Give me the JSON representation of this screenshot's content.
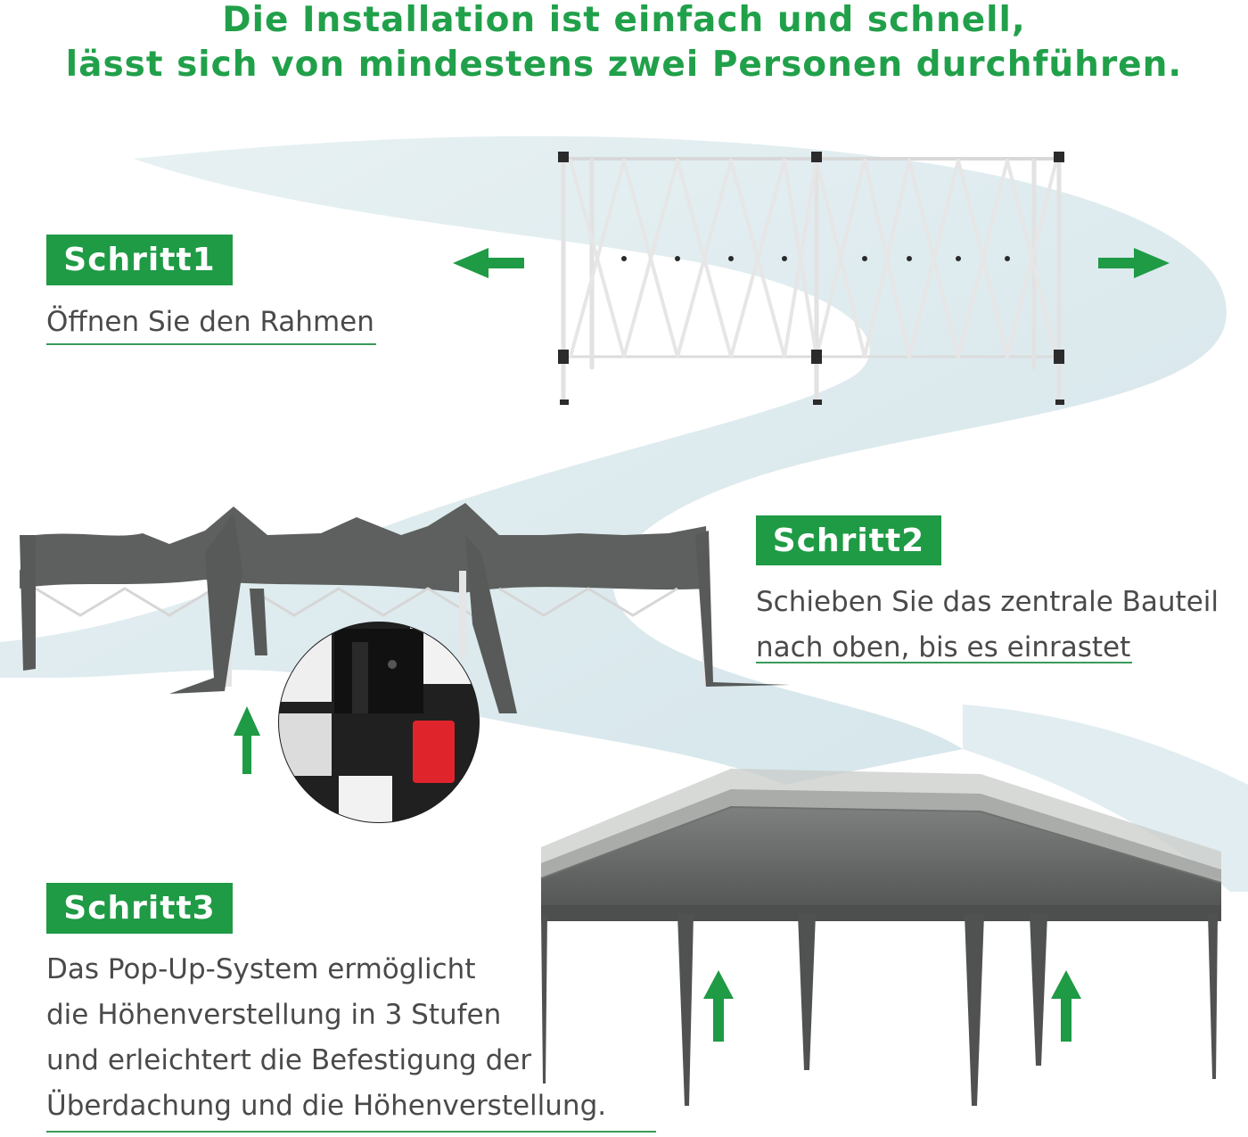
{
  "headline": {
    "line1": "Die Installation ist einfach und schnell,",
    "line2": "lässt sich von mindestens zwei Personen durchführen."
  },
  "steps": [
    {
      "badge": "Schritt1",
      "lines": [
        "Öffnen Sie den Rahmen"
      ],
      "illustration": "expanding-frame"
    },
    {
      "badge": "Schritt2",
      "lines": [
        "Schieben Sie das zentrale Bauteil",
        "nach oben, bis es einrastet"
      ],
      "illustration": "canopy-partial-with-lock-detail"
    },
    {
      "badge": "Schritt3",
      "lines": [
        "Das Pop-Up-System ermöglicht",
        "die Höhenverstellung in 3 Stufen",
        "und erleichtert die Befestigung der",
        "Überdachung und die Höhenverstellung."
      ],
      "illustration": "canopy-fully-raised"
    }
  ],
  "icons": [
    "arrow-left-icon",
    "arrow-right-icon",
    "arrow-up-icon"
  ],
  "colors": {
    "accent": "#21a04a",
    "badge": "#1f9a45",
    "path": "#d5e6ea",
    "canopy": "#5a5d5b",
    "text": "#4a4a4a",
    "lock_red": "#e0242c"
  }
}
